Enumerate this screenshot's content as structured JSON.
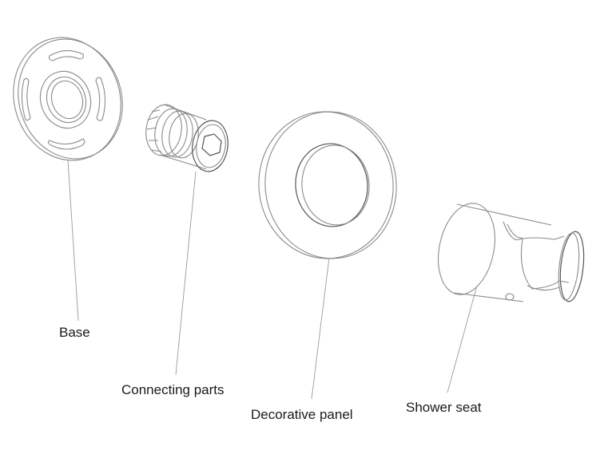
{
  "parts": [
    {
      "id": "base",
      "label": "Base"
    },
    {
      "id": "connecting",
      "label": "Connecting parts"
    },
    {
      "id": "panel",
      "label": "Decorative panel"
    },
    {
      "id": "seat",
      "label": "Shower seat"
    }
  ],
  "colors": {
    "line": "#8a8a8a",
    "text": "#1a1a1a",
    "background": "#ffffff"
  }
}
